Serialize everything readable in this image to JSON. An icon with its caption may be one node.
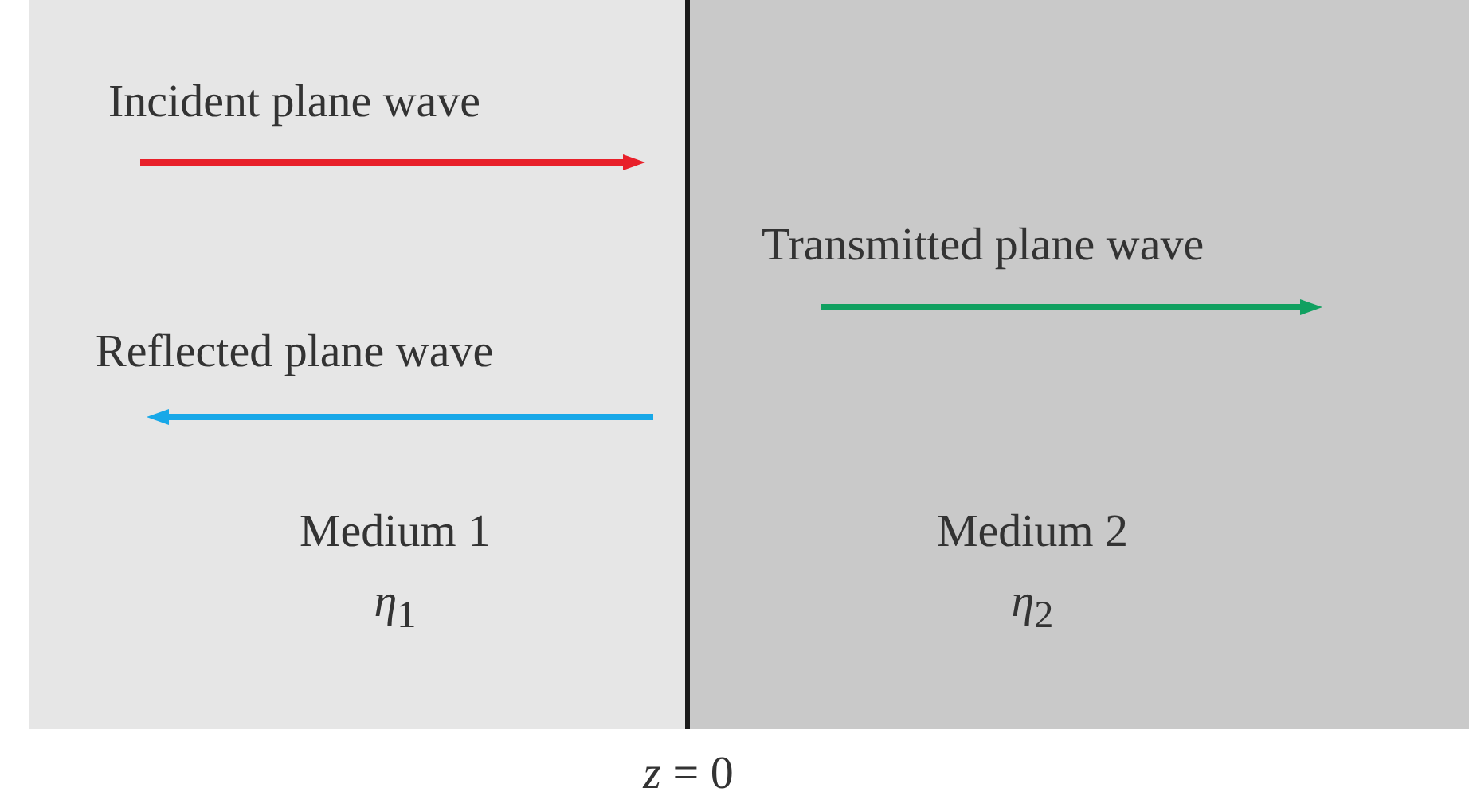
{
  "diagram": {
    "nodes": [
      {
        "text": [
          "Medium 1",
          "*η*$_{1}$"
        ]
      },
      {
        "text": [
          "Medium 2",
          "*η*$_{2}$"
        ]
      }
    ],
    "labels": [
      "Incident plane wave",
      "Transmitted plane wave",
      "Reflected plane wave",
      "*z* = 0"
    ]
  }
}
